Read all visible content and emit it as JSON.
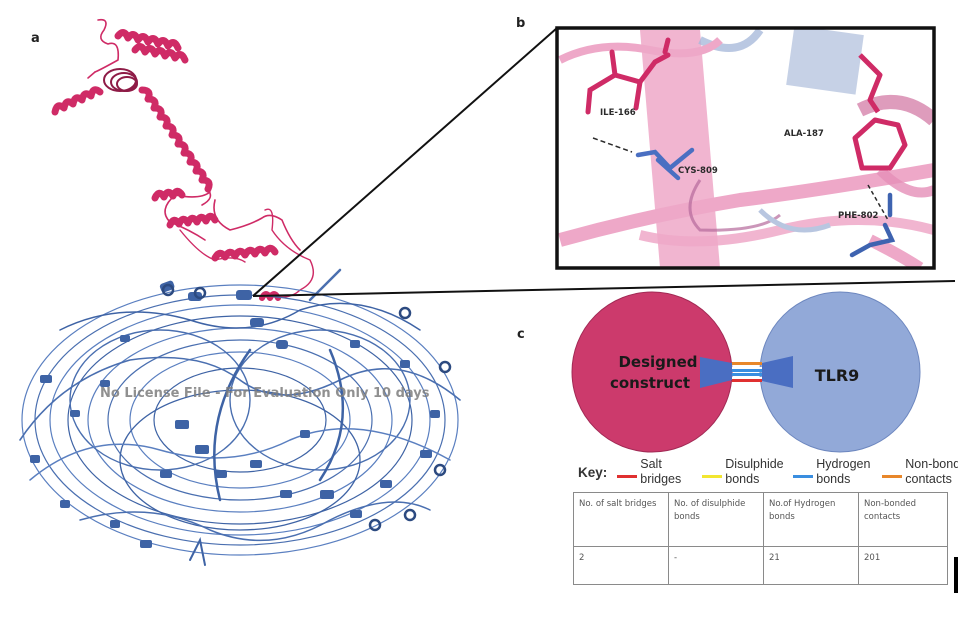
{
  "figure": {
    "panels": {
      "a": {
        "label": "a",
        "description": "Docked complex of designed construct (pink) with TLR9 (blue)"
      },
      "b": {
        "label": "b",
        "residues": [
          "ILE-166",
          "CYS-809",
          "ALA-187",
          "PHE-802"
        ]
      },
      "c": {
        "label": "c"
      }
    },
    "watermark": "No License File - For Evaluation Only 10 days",
    "interaction_diagram": {
      "left_partner": {
        "line1": "Designed",
        "line2": "construct",
        "color": "#cc3a6c"
      },
      "right_partner": {
        "label": "TLR9",
        "color": "#92a9d8"
      },
      "connector_color": "#4a6ec2"
    },
    "key": {
      "title": "Key:",
      "items": [
        {
          "line1": "Salt",
          "line2": "bridges",
          "color": "#e03030"
        },
        {
          "line1": "Disulphide",
          "line2": "bonds",
          "color": "#f2e630"
        },
        {
          "line1": "Hydrogen",
          "line2": "bonds",
          "color": "#3a8ee0"
        },
        {
          "line1": "Non-bonded",
          "line2": "contacts",
          "color": "#e8872a"
        }
      ]
    },
    "table": {
      "headers": [
        "No. of salt bridges",
        "No. of disulphide bonds",
        "No.of Hydrogen bonds",
        "Non-bonded contacts"
      ],
      "values": [
        "2",
        "-",
        "21",
        "201"
      ]
    },
    "colors": {
      "construct_pink": "#cf2b66",
      "tlr9_blue": "#4a6fb0",
      "tlr9_dark": "#2c4a80",
      "inset_pink_bg": "#eea8c8"
    }
  }
}
